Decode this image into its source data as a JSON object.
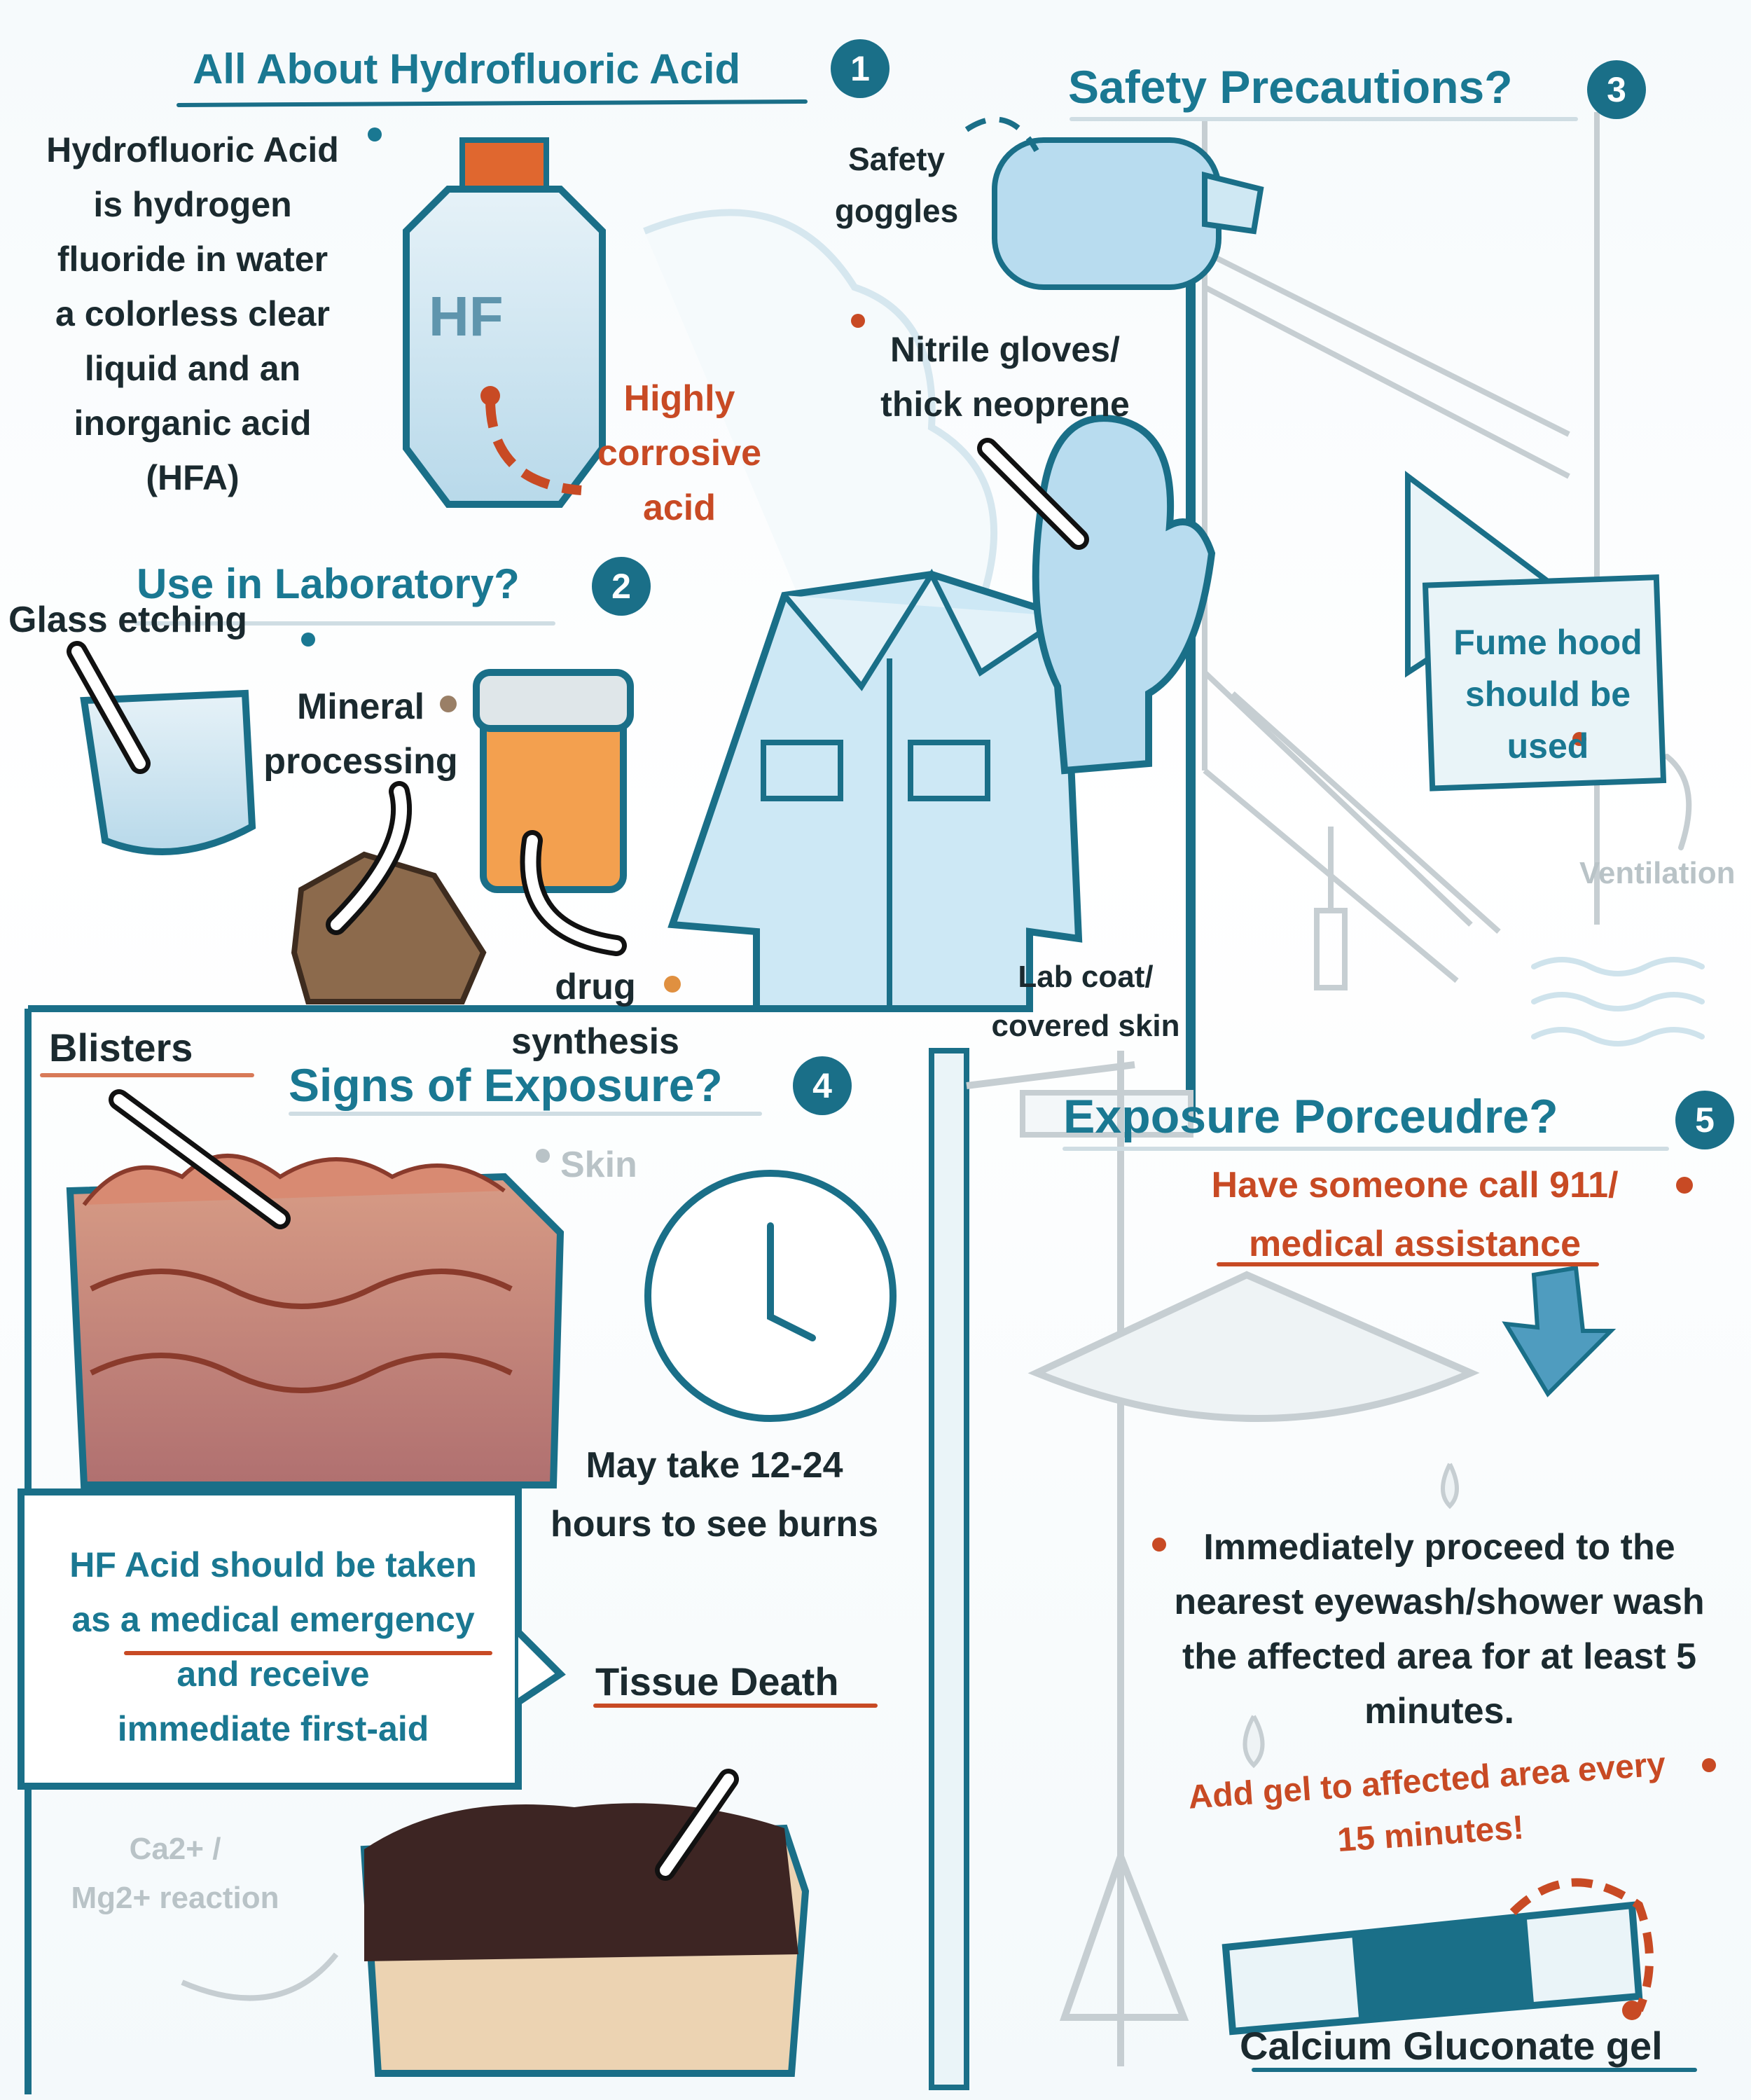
{
  "sections": {
    "s1": {
      "title": "All About Hydrofluoric Acid",
      "number": "1"
    },
    "s2": {
      "title": "Use in Laboratory?",
      "number": "2"
    },
    "s3": {
      "title": "Safety Precautions?",
      "number": "3"
    },
    "s4": {
      "title": "Signs of Exposure?",
      "number": "4"
    },
    "s5": {
      "title": "Exposure Porceudre?",
      "number": "5"
    }
  },
  "about": {
    "lines": [
      "Hydrofluoric Acid",
      "is hydrogen",
      "fluoride in water",
      "a colorless clear",
      "liquid and an",
      "inorganic acid",
      "(HFA)"
    ],
    "bottle_label": "HF",
    "corrosive": [
      "Highly",
      "corrosive",
      "acid"
    ]
  },
  "uses": {
    "glass": "Glass etching",
    "mineral": [
      "Mineral",
      "processing"
    ],
    "drug": [
      "drug",
      "synthesis"
    ]
  },
  "precautions": {
    "goggles": [
      "Safety",
      "goggles"
    ],
    "gloves": [
      "Nitrile gloves/",
      "thick neoprene"
    ],
    "coat": [
      "Lab coat/",
      "covered skin"
    ],
    "hood": [
      "Fume hood",
      "should be",
      "used"
    ],
    "ventilation": "Ventilation"
  },
  "exposure_signs": {
    "blisters": "Blisters",
    "skin": "Skin",
    "burn_time": [
      "May take 12-24",
      "hours to see burns"
    ],
    "tissue_death": "Tissue Death",
    "emergency": [
      "HF Acid should be taken",
      "as a medical emergency",
      "and receive",
      "immediate first-aid"
    ],
    "reaction": [
      "Ca2+ /",
      "Mg2+ reaction"
    ]
  },
  "procedure": {
    "call": [
      "Have someone call 911/",
      "medical  assistance"
    ],
    "wash": [
      "Immediately proceed to the",
      "nearest eyewash/shower  wash",
      "the affected area for at least 5",
      "minutes."
    ],
    "gel_note": [
      "Add gel to affected area every",
      "15 minutes!"
    ],
    "gel_name": "Calcium Gluconate gel"
  },
  "colors": {
    "teal": "#1a7892",
    "red": "#c84a24",
    "dark": "#1b2a2f",
    "grey": "#b9c3c7"
  }
}
